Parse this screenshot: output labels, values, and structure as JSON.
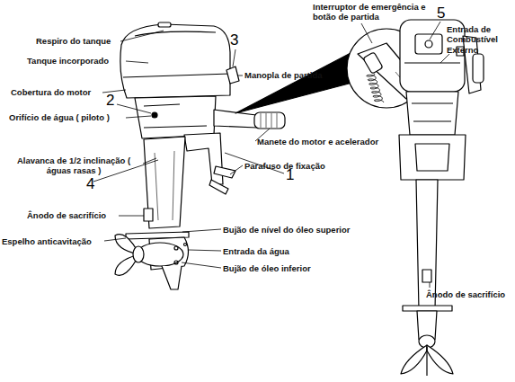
{
  "diagram": {
    "labels": [
      "Interruptor de emergência e botão de partida",
      "Respiro do tanque",
      "3",
      "Tanque incorporado",
      "Manopla de partida",
      "Cobertura do motor",
      "2",
      "Orifício de água ( piloto )",
      "Manete do motor e acelerador",
      "Alavanca de 1/2 inclinação ( águas rasas )",
      "Parafuso de fixação",
      "1",
      "4",
      "5",
      "Entrada de Combustível Externo",
      "Ânodo de sacrifício",
      "Bujão de nível do óleo superior",
      "Espelho anticavitação",
      "Entrada da água",
      "Bujão de óleo inferior",
      "Ânodo de sacrifício"
    ]
  }
}
